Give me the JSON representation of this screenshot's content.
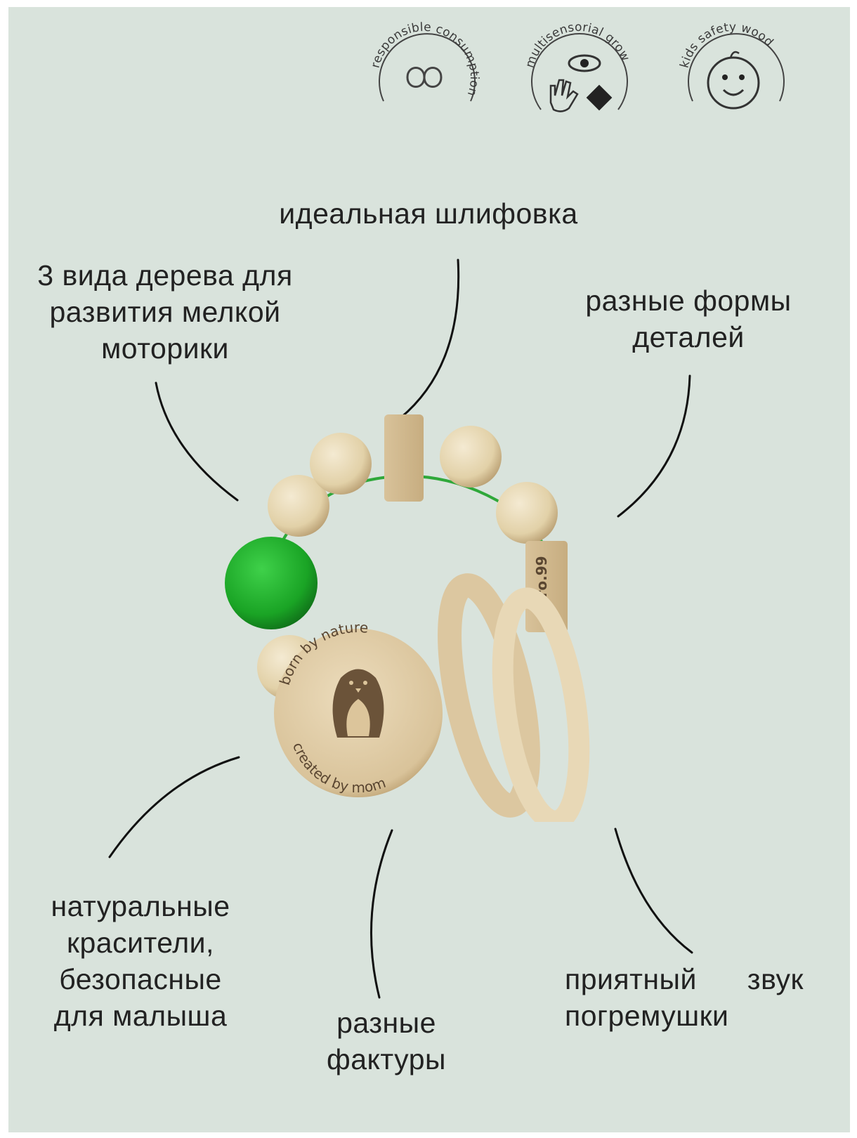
{
  "badges": [
    {
      "text": "responsible consumption",
      "icon": "infinity-icon"
    },
    {
      "text": "multisensorial grow",
      "icon": "eye-hand-shapes-icon"
    },
    {
      "text": "kids safety wood",
      "icon": "baby-face-icon"
    }
  ],
  "features": {
    "polish": "идеальная шлифовка",
    "wood_types": [
      "3 вида дерева для",
      "развития мелкой",
      "моторики"
    ],
    "shapes": [
      "разные формы",
      "деталей"
    ],
    "dyes": [
      "натуральные",
      "красители,",
      "безопасные",
      "для малыша"
    ],
    "textures": [
      "разные",
      "фактуры"
    ],
    "sound": [
      "приятный звук",
      "погремушки"
    ]
  },
  "product": {
    "brand_stamp": "Zero.99",
    "engraving_top": "born by nature",
    "engraving_bottom": "created by mom",
    "motif": "penguin-icon"
  },
  "colors": {
    "background": "#d9e3dc",
    "bead_wood": "#e6d7b5",
    "bead_green": "#1fae2a",
    "text": "#222222"
  }
}
